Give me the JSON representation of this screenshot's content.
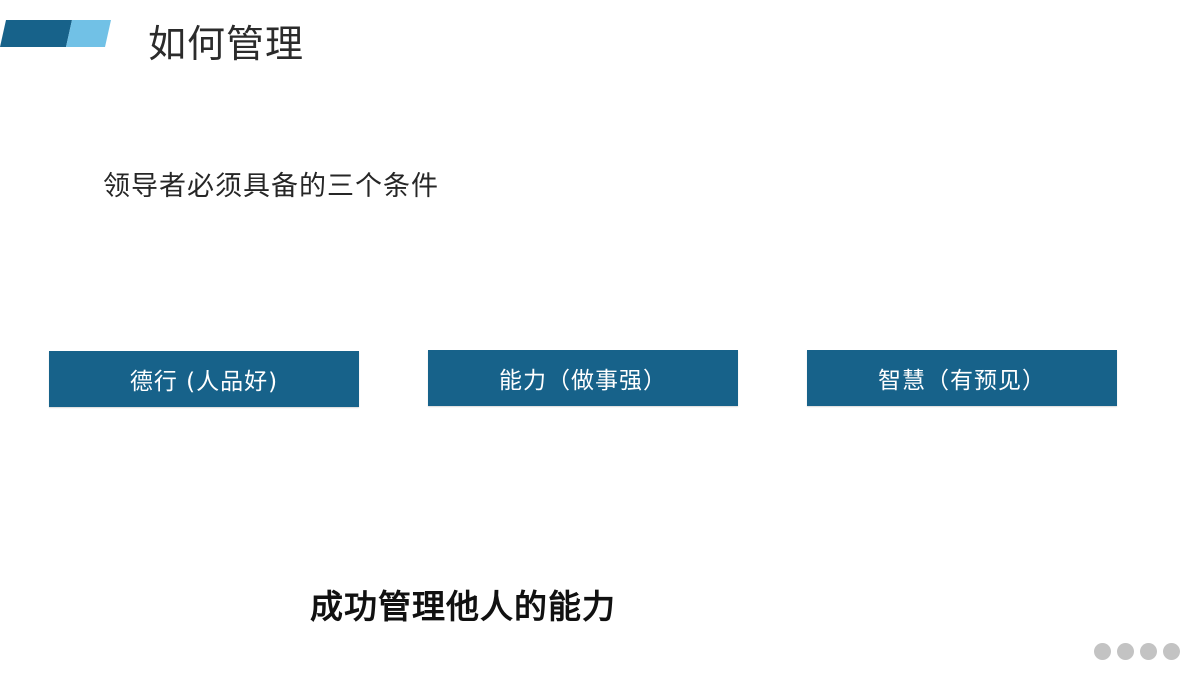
{
  "slide": {
    "title": "如何管理",
    "subtitle": "领导者必须具备的三个条件",
    "cards": [
      {
        "label": "德行 (人品好)"
      },
      {
        "label": "能力（做事强）"
      },
      {
        "label": "智慧（有预见）"
      }
    ],
    "conclusion": "成功管理他人的能力"
  },
  "decor": {
    "accent_dark": "#17628a",
    "accent_light": "#71c1e6",
    "card_color": "#17628a",
    "pager_dots": 4,
    "pager_color": "#c3c3c3"
  }
}
